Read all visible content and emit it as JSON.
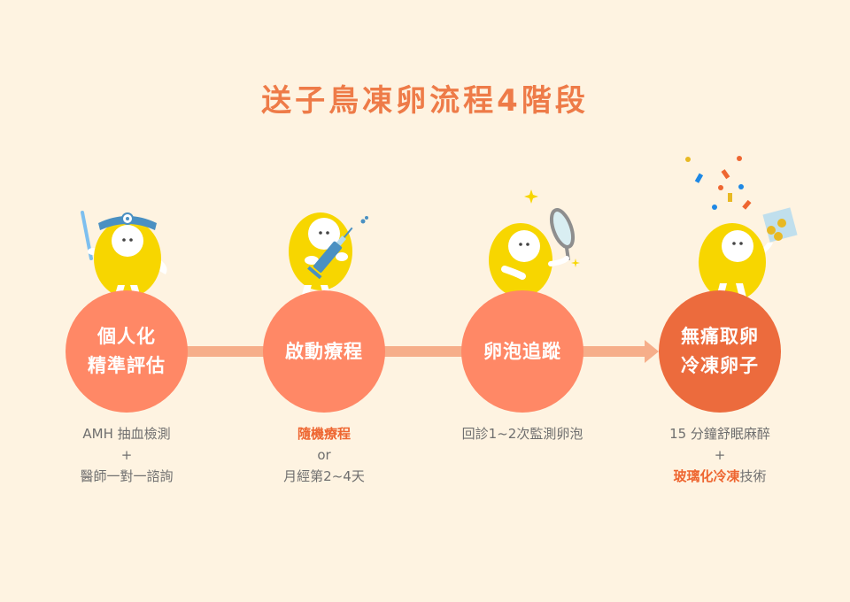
{
  "title": "送子鳥凍卵流程4階段",
  "colors": {
    "background": "#FEF3E1",
    "title": "#EE7B48",
    "circle_light": "#FF8866",
    "circle_dark": "#EC6B3D",
    "connector": "#F6AE8A",
    "mascot_body": "#F7D600",
    "highlight_text": "#EE6631",
    "body_text": "#6F6F6F"
  },
  "steps": [
    {
      "label_line1": "個人化",
      "label_line2": "精準評估",
      "mascot": "doctor-egg-with-pointer",
      "desc": {
        "line1": "AMH 抽血檢測",
        "line2": "+",
        "line3": "醫師一對一諮詢"
      }
    },
    {
      "label_line1": "啟動療程",
      "mascot": "egg-with-syringe",
      "desc": {
        "line1_highlight": "隨機療程",
        "line2": "or",
        "line3": "月經第2~4天"
      }
    },
    {
      "label_line1": "卵泡追蹤",
      "mascot": "egg-with-magnifier",
      "desc": {
        "line1": "回診1~2次監測卵泡"
      }
    },
    {
      "label_line1": "無痛取卵",
      "label_line2": "冷凍卵子",
      "mascot": "egg-celebrating-with-frozen-eggs",
      "desc": {
        "line1": "15 分鐘舒眠麻醉",
        "line2": "+",
        "line3_highlight": "玻璃化冷凍",
        "line3_rest": "技術"
      }
    }
  ]
}
